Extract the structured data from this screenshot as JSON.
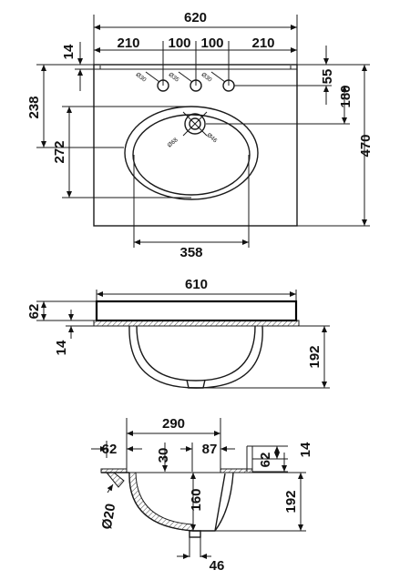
{
  "top_view": {
    "overall_width": "620",
    "left_tap_offset": "210",
    "tap_spacing_left": "100",
    "tap_spacing_right": "100",
    "right_tap_offset": "210",
    "back_upstand": "14",
    "bowl_top_to_back": "238",
    "bowl_depth": "272",
    "tap_to_back": "55",
    "tap_to_waste": "180",
    "overall_depth": "470",
    "bowl_width": "358",
    "tap_hole_left": "Ø30",
    "tap_hole_center": "Ø35",
    "tap_hole_right": "Ø30",
    "waste_outer": "Ø68",
    "waste_inner": "Ø46"
  },
  "front_view": {
    "top_width": "610",
    "slab_height": "62",
    "lip": "14",
    "bowl_height": "192"
  },
  "side_view": {
    "depth": "290",
    "front_lip": "62",
    "rim_drop": "30",
    "rear_offset": "87",
    "rear_upstand_height": "62",
    "rear_upstand": "14",
    "overflow_dia": "Ø20",
    "waste_height": "160",
    "bowl_height": "192",
    "waste_width": "46"
  }
}
